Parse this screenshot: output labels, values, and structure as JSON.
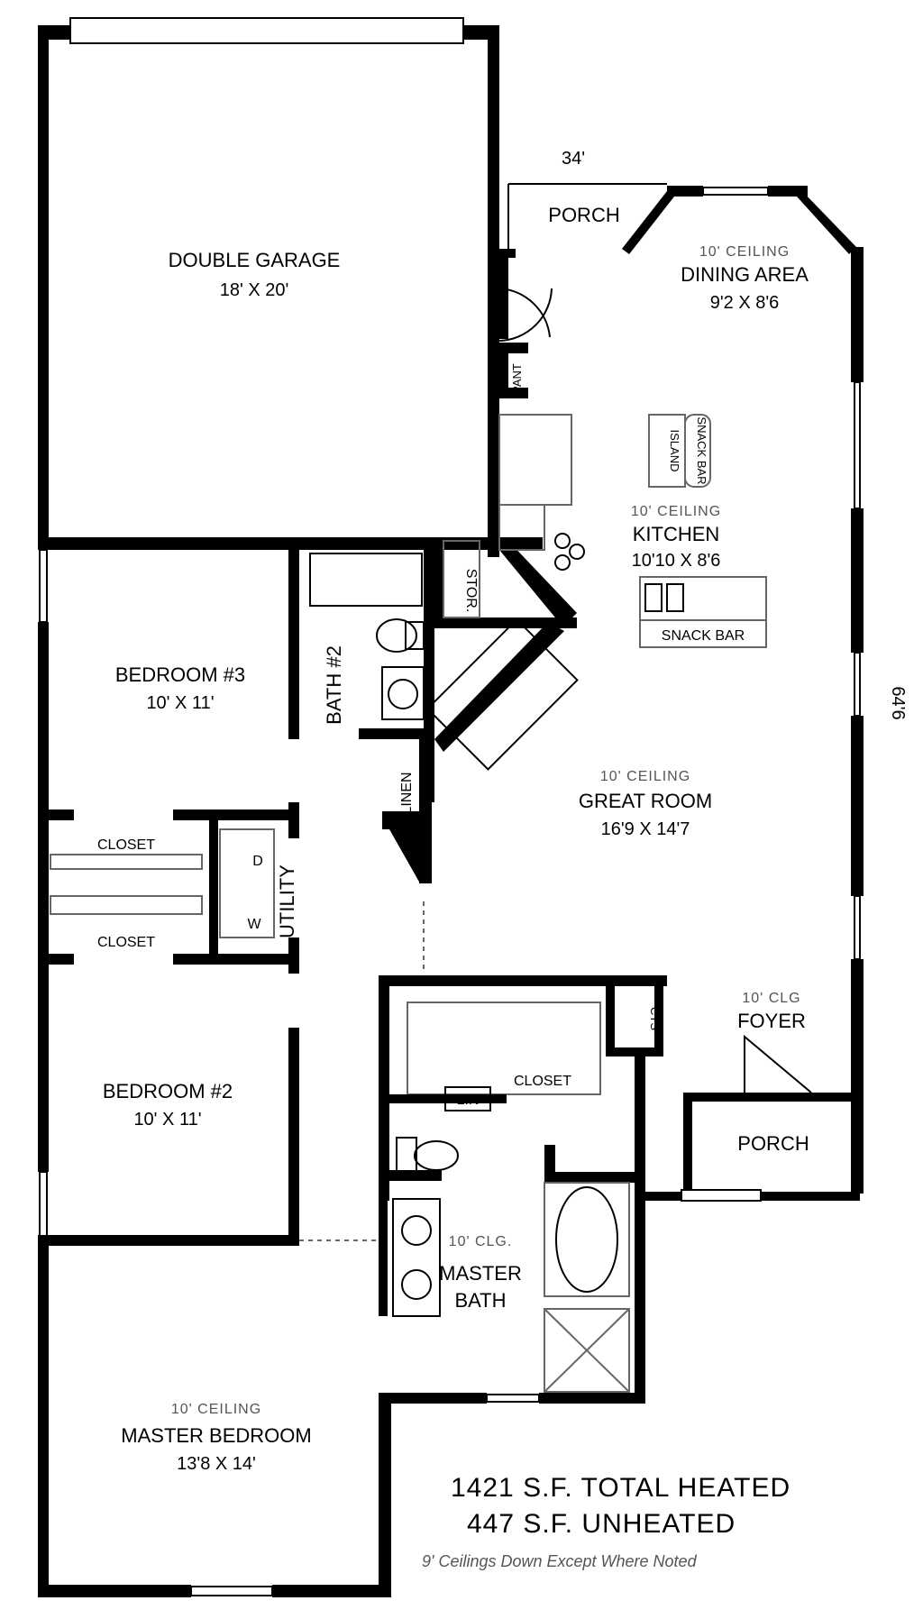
{
  "dimensions": {
    "width_top": "34'",
    "depth_right": "64'6"
  },
  "rooms": {
    "garage": {
      "name": "DOUBLE GARAGE",
      "size": "18' X 20'"
    },
    "porch_top": {
      "name": "PORCH"
    },
    "dining": {
      "ceiling": "10' CEILING",
      "name": "DINING AREA",
      "size": "9'2 X 8'6"
    },
    "pantry": {
      "name": "PANT"
    },
    "island": {
      "name": "ISLAND",
      "snack": "SNACK BAR"
    },
    "kitchen": {
      "ceiling": "10' CEILING",
      "name": "KITCHEN",
      "size": "10'10 X 8'6",
      "snack_bar": "SNACK BAR"
    },
    "storage": {
      "name": "STOR."
    },
    "bath2": {
      "name": "BATH #2"
    },
    "bedroom3": {
      "name": "BEDROOM #3",
      "size": "10' X 11'"
    },
    "linen": {
      "name": "LINEN"
    },
    "closet_a": {
      "name": "CLOSET"
    },
    "closet_b": {
      "name": "CLOSET"
    },
    "utility": {
      "name": "UTILITY",
      "washer": "W",
      "dryer": "D"
    },
    "great_room": {
      "ceiling": "10' CEILING",
      "name": "GREAT ROOM",
      "size": "16'9 X 14'7"
    },
    "foyer": {
      "ceiling": "10' CLG",
      "name": "FOYER"
    },
    "coats": {
      "name": "CTS"
    },
    "master_closet": {
      "name": "CLOSET",
      "lin": "LIN"
    },
    "porch_front": {
      "name": "PORCH"
    },
    "bedroom2": {
      "name": "BEDROOM #2",
      "size": "10' X 11'"
    },
    "master_bath": {
      "ceiling": "10' CLG.",
      "name": "MASTER",
      "name2": "BATH"
    },
    "master_bedroom": {
      "ceiling": "10' CEILING",
      "name": "MASTER BEDROOM",
      "size": "13'8 X 14'"
    }
  },
  "notes": {
    "heated": "1421 S.F.  TOTAL HEATED",
    "unheated": "447 S.F.  UNHEATED",
    "ceilings": "9' Ceilings Down Except Where Noted"
  }
}
